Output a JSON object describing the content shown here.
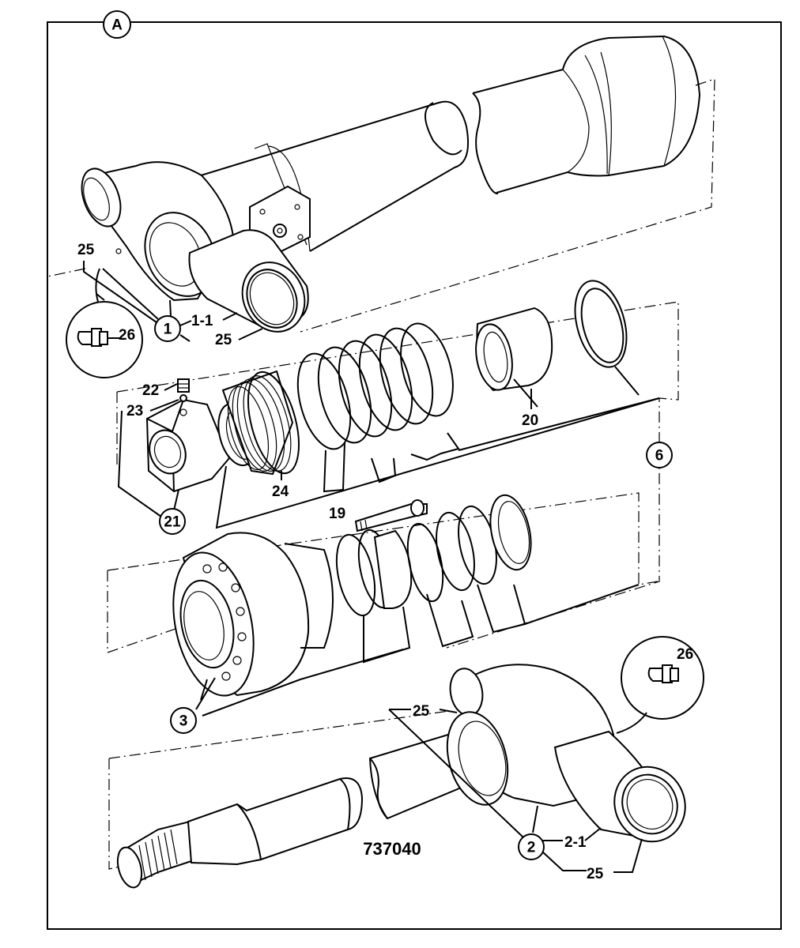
{
  "sheet": {
    "view_label": "A",
    "drawing_number": "737040"
  },
  "callouts": {
    "c1": "1",
    "c1_1": "1-1",
    "c2": "2",
    "c2_1": "2-1",
    "c3": "3",
    "c6": "6",
    "c19": "19",
    "c20": "20",
    "c21": "21",
    "c22": "22",
    "c23": "23",
    "c24": "24",
    "c25_top": "25",
    "c25_upper": "25",
    "c25_mid": "25",
    "c25_bottom": "25",
    "c26_left": "26",
    "c26_right": "26"
  }
}
